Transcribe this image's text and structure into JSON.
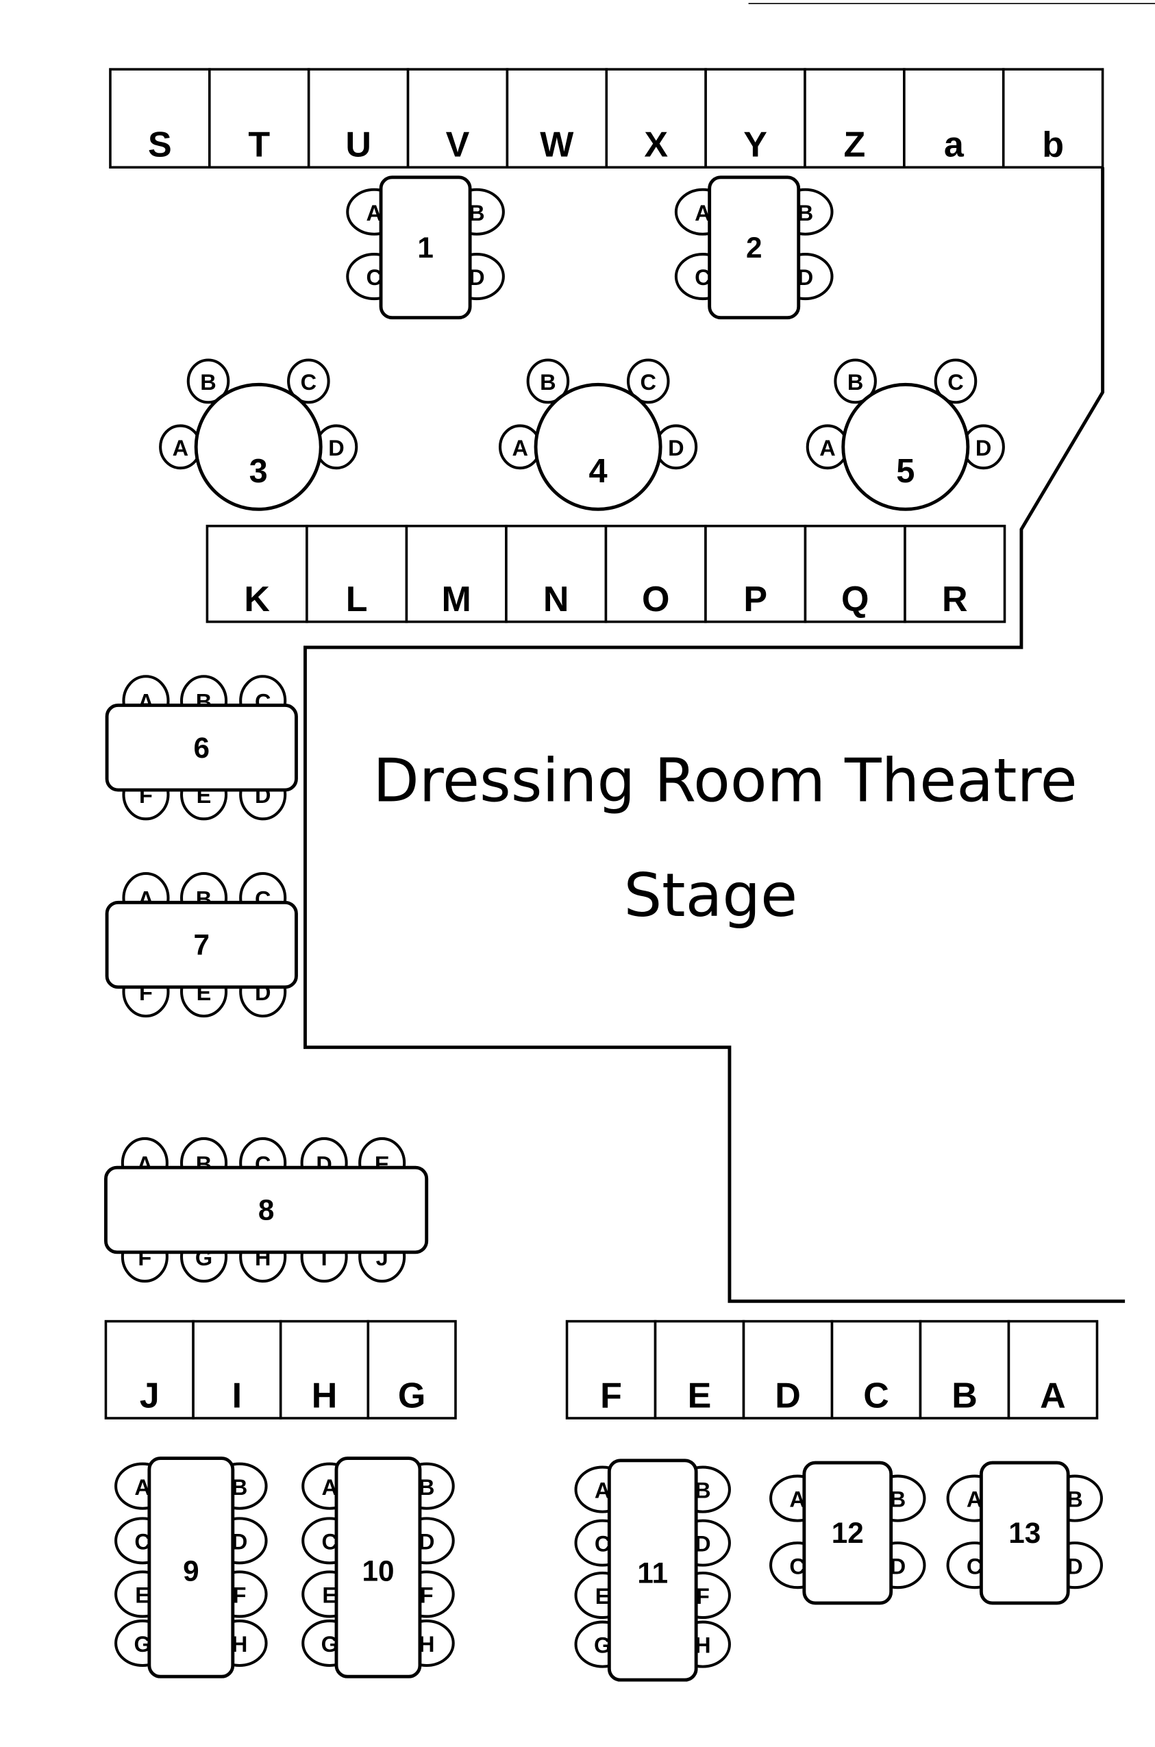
{
  "stage": {
    "title_line1": "Dressing Room Theatre",
    "title_line2": "Stage"
  },
  "booths": {
    "top_row": [
      "S",
      "T",
      "U",
      "V",
      "W",
      "X",
      "Y",
      "Z",
      "a",
      "b"
    ],
    "middle_row": [
      "K",
      "L",
      "M",
      "N",
      "O",
      "P",
      "Q",
      "R"
    ],
    "bottom_left_row": [
      "J",
      "I",
      "H",
      "G"
    ],
    "bottom_right_row": [
      "F",
      "E",
      "D",
      "C",
      "B",
      "A"
    ]
  },
  "tables": [
    {
      "number": "1",
      "shape": "rect-vertical",
      "seats": [
        "A",
        "B",
        "C",
        "D"
      ]
    },
    {
      "number": "2",
      "shape": "rect-vertical",
      "seats": [
        "A",
        "B",
        "C",
        "D"
      ]
    },
    {
      "number": "3",
      "shape": "round",
      "seats": [
        "A",
        "B",
        "C",
        "D"
      ]
    },
    {
      "number": "4",
      "shape": "round",
      "seats": [
        "A",
        "B",
        "C",
        "D"
      ]
    },
    {
      "number": "5",
      "shape": "round",
      "seats": [
        "A",
        "B",
        "C",
        "D"
      ]
    },
    {
      "number": "6",
      "shape": "rect-horizontal",
      "seats_top": [
        "A",
        "B",
        "C"
      ],
      "seats_bottom": [
        "F",
        "E",
        "D"
      ]
    },
    {
      "number": "7",
      "shape": "rect-horizontal",
      "seats_top": [
        "A",
        "B",
        "C"
      ],
      "seats_bottom": [
        "F",
        "E",
        "D"
      ]
    },
    {
      "number": "8",
      "shape": "rect-horizontal",
      "seats_top": [
        "A",
        "B",
        "C",
        "D",
        "E"
      ],
      "seats_bottom": [
        "F",
        "G",
        "H",
        "I",
        "J"
      ]
    },
    {
      "number": "9",
      "shape": "rect-vertical",
      "seats_left": [
        "A",
        "C",
        "E",
        "G"
      ],
      "seats_right": [
        "B",
        "D",
        "F",
        "H"
      ]
    },
    {
      "number": "10",
      "shape": "rect-vertical",
      "seats_left": [
        "A",
        "C",
        "E",
        "G"
      ],
      "seats_right": [
        "B",
        "D",
        "F",
        "H"
      ]
    },
    {
      "number": "11",
      "shape": "rect-vertical",
      "seats_left": [
        "A",
        "C",
        "E",
        "G"
      ],
      "seats_right": [
        "B",
        "D",
        "F",
        "H"
      ]
    },
    {
      "number": "12",
      "shape": "rect-vertical",
      "seats_left": [
        "A",
        "C"
      ],
      "seats_right": [
        "B",
        "D"
      ]
    },
    {
      "number": "13",
      "shape": "rect-vertical",
      "seats_left": [
        "A",
        "C"
      ],
      "seats_right": [
        "B",
        "D"
      ]
    }
  ]
}
